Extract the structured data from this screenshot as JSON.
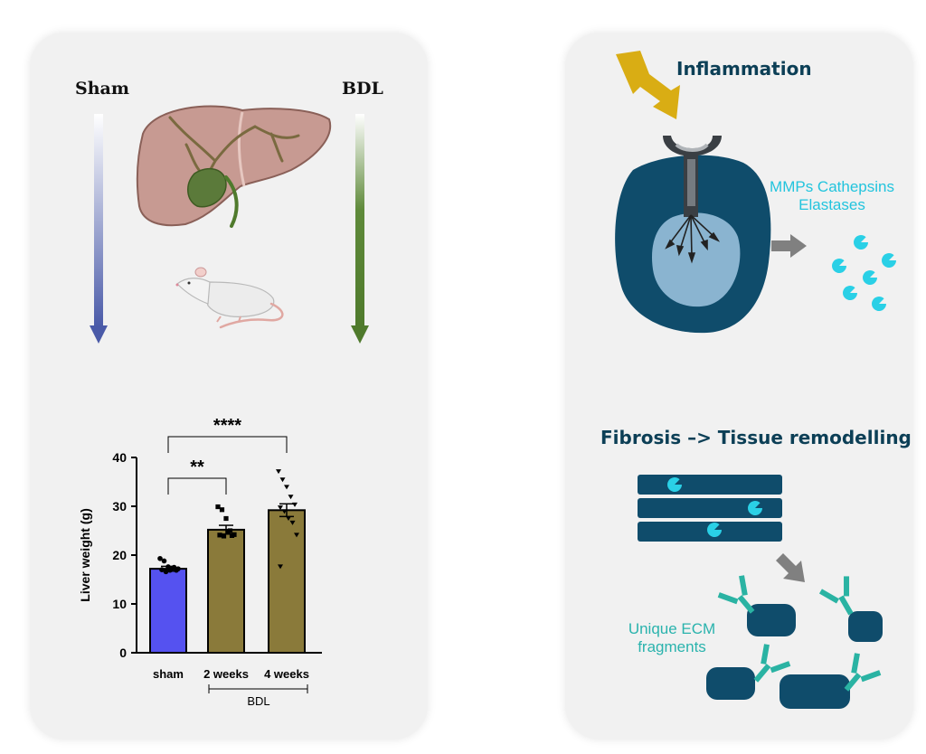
{
  "left": {
    "label_sham": "Sham",
    "label_bdl": "BDL",
    "arrow_sham_color": "#4a5aa8",
    "arrow_bdl_color": "#4f7a2c",
    "liver_icon": "liver-icon",
    "rat_icon": "rat-icon"
  },
  "chart_data": {
    "type": "bar",
    "categories": [
      "sham",
      "2 weeks",
      "4 weeks"
    ],
    "values": [
      17.2,
      25.2,
      29.2
    ],
    "errors": [
      0.5,
      0.9,
      1.3
    ],
    "colors": [
      "#5552f0",
      "#8a7a3a",
      "#8a7a3a"
    ],
    "points": [
      [
        19.3,
        18.8,
        17.6,
        17.3,
        16.9,
        17.0,
        16.6,
        16.9,
        17.5,
        17.2
      ],
      [
        29.9,
        29.3,
        27.5,
        25.0,
        24.2,
        24.1,
        23.9,
        24.7,
        24.0
      ],
      [
        37.2,
        35.5,
        34.0,
        32.0,
        30.4,
        29.8,
        29.0,
        27.6,
        26.7,
        24.2,
        17.7
      ]
    ],
    "ylabel": "Liver weight (g)",
    "xlabel": "",
    "ylim": [
      0,
      40
    ],
    "yticks": [
      "0",
      "10",
      "20",
      "30",
      "40"
    ],
    "group_label": "BDL",
    "significance": [
      {
        "from": 0,
        "to": 1,
        "label": "**"
      },
      {
        "from": 0,
        "to": 2,
        "label": "****"
      }
    ]
  },
  "right": {
    "title_inflammation": "Inflammation",
    "mmps_line1": "MMPs Cathepsins",
    "mmps_line2": "Elastases",
    "title_fibrosis": "Fibrosis –> Tissue remodelling",
    "ecm_line1": "Unique ECM",
    "ecm_line2": "fragments",
    "colors": {
      "cell_outer": "#0f4c6b",
      "cell_inner": "#8ab4d0",
      "lightning": "#d9ad14",
      "pacman": "#2ad0e6",
      "antibody": "#2ab3a3",
      "arrow": "#808080"
    }
  }
}
